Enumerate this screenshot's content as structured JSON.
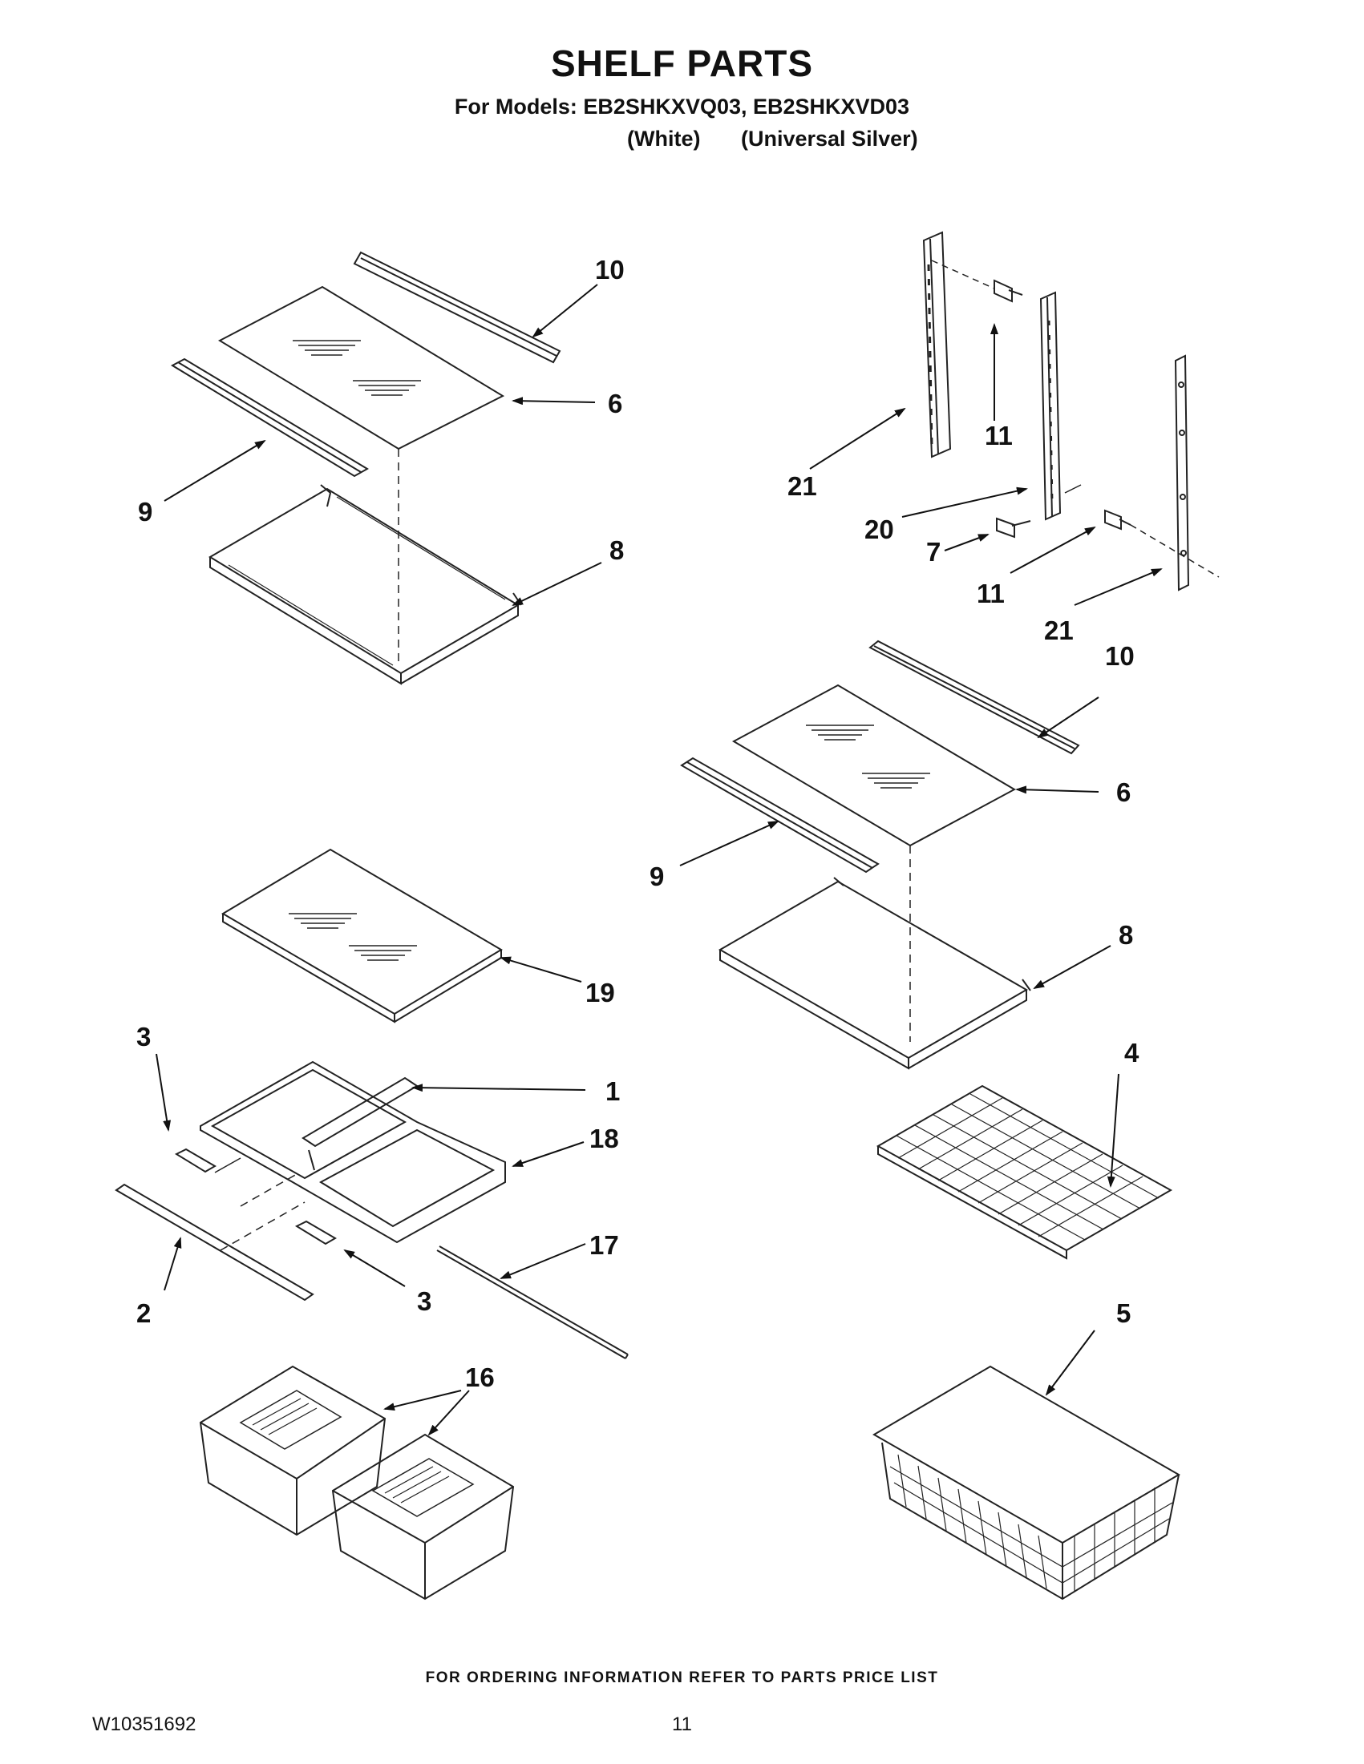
{
  "header": {
    "title": "SHELF PARTS",
    "models_line": "For Models: EB2SHKXVQ03, EB2SHKXVD03",
    "variant_white": "(White)",
    "variant_silver": "(Universal Silver)"
  },
  "callouts": {
    "left_shelf": [
      "10",
      "6",
      "9",
      "8"
    ],
    "vertical_supports": [
      "11",
      "21",
      "20",
      "7",
      "11",
      "21"
    ],
    "right_shelf": [
      "10",
      "6",
      "9",
      "8"
    ],
    "crisper_cover": [
      "19"
    ],
    "crisper_frame": [
      "3",
      "1",
      "18",
      "2",
      "3",
      "17"
    ],
    "wire_shelf": [
      "4"
    ],
    "crisper_drawers": [
      "16"
    ],
    "wire_basket": [
      "5"
    ]
  },
  "footer": {
    "ordering_note": "FOR ORDERING INFORMATION REFER TO PARTS PRICE LIST",
    "document_number": "W10351692",
    "page_number": "11"
  }
}
